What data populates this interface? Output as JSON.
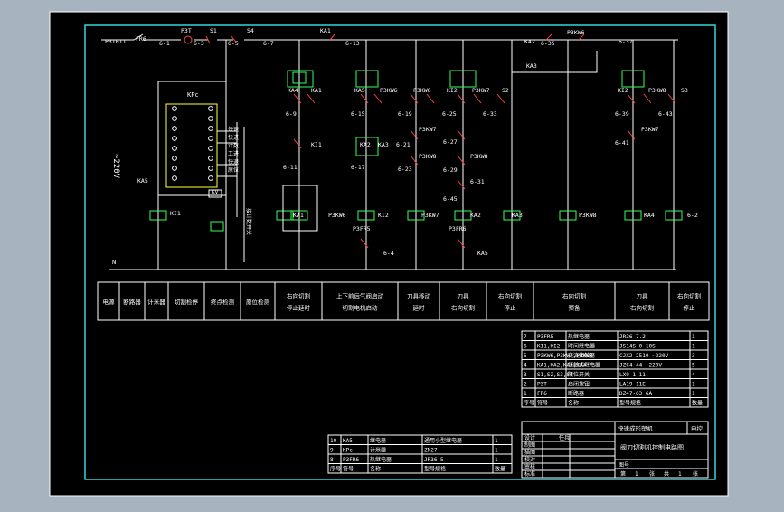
{
  "colors": {
    "wire": "#ffffff",
    "coil": "#36ff5a",
    "contact": "#ff4040",
    "border": "#37e6e6",
    "panel": "#ffff3a",
    "background": "#000000"
  },
  "circuit": {
    "voltage": "~220V",
    "neutral": "N",
    "wire_labels": [
      {
        "t": "P3T011",
        "k": "top"
      },
      {
        "t": "FR6",
        "k": "top"
      },
      {
        "t": "6-1",
        "k": "top"
      },
      {
        "t": "P3T",
        "k": "top"
      },
      {
        "t": "6-3",
        "k": "top"
      },
      {
        "t": "S1",
        "k": "top"
      },
      {
        "t": "6-5",
        "k": "top"
      },
      {
        "t": "S4",
        "k": "top"
      },
      {
        "t": "6-7",
        "k": "top"
      },
      {
        "t": "KA1",
        "k": "top"
      },
      {
        "t": "6-13",
        "k": "top"
      },
      {
        "t": "KA2",
        "k": "top"
      },
      {
        "t": "6-35",
        "k": "top"
      },
      {
        "t": "P3KW6",
        "k": "top"
      },
      {
        "t": "6-37",
        "k": "top"
      },
      {
        "t": "KA3",
        "k": "top"
      },
      {
        "t": "KA4",
        "k": "ct"
      },
      {
        "t": "KA1",
        "k": "ct"
      },
      {
        "t": "KA5",
        "k": "ct"
      },
      {
        "t": "P3KW6",
        "k": "ct"
      },
      {
        "t": "P3KW6",
        "k": "ct"
      },
      {
        "t": "KI2",
        "k": "ct"
      },
      {
        "t": "P3KW7",
        "k": "ct"
      },
      {
        "t": "S2",
        "k": "ct"
      },
      {
        "t": "KI2",
        "k": "ct"
      },
      {
        "t": "P3KW8",
        "k": "ct"
      },
      {
        "t": "S3",
        "k": "ct"
      },
      {
        "t": "6-9",
        "k": "n"
      },
      {
        "t": "6-15",
        "k": "n"
      },
      {
        "t": "6-19",
        "k": "n"
      },
      {
        "t": "6-25",
        "k": "n"
      },
      {
        "t": "6-33",
        "k": "n"
      },
      {
        "t": "6-39",
        "k": "n"
      },
      {
        "t": "6-43",
        "k": "n"
      },
      {
        "t": "KI1",
        "k": "ct"
      },
      {
        "t": "KA2",
        "k": "ct"
      },
      {
        "t": "KA3",
        "k": "ct"
      },
      {
        "t": "P3KW7",
        "k": "ct"
      },
      {
        "t": "6-21",
        "k": "n"
      },
      {
        "t": "6-27",
        "k": "n"
      },
      {
        "t": "P3KW7",
        "k": "ct"
      },
      {
        "t": "6-41",
        "k": "n"
      },
      {
        "t": "6-11",
        "k": "n"
      },
      {
        "t": "6-17",
        "k": "n"
      },
      {
        "t": "P3KW8",
        "k": "ct"
      },
      {
        "t": "6-23",
        "k": "n"
      },
      {
        "t": "6-29",
        "k": "n"
      },
      {
        "t": "P3KW8",
        "k": "ct"
      },
      {
        "t": "6-31",
        "k": "n"
      },
      {
        "t": "6-45",
        "k": "n"
      },
      {
        "t": "KA5",
        "k": "coil"
      },
      {
        "t": "KI1",
        "k": "coil"
      },
      {
        "t": "KA1",
        "k": "coil"
      },
      {
        "t": "P3KW6",
        "k": "coil"
      },
      {
        "t": "KI2",
        "k": "coil"
      },
      {
        "t": "P3KW7",
        "k": "coil"
      },
      {
        "t": "KA2",
        "k": "coil"
      },
      {
        "t": "KA3",
        "k": "coil"
      },
      {
        "t": "P3KW8",
        "k": "coil"
      },
      {
        "t": "KA4",
        "k": "coil"
      },
      {
        "t": "6-2",
        "k": "n"
      },
      {
        "t": "P3FR5",
        "k": "ct"
      },
      {
        "t": "6-4",
        "k": "n"
      },
      {
        "t": "P3FR6",
        "k": "ct"
      },
      {
        "t": "KA5",
        "k": "coil"
      }
    ],
    "kpc": {
      "title": "KPc",
      "bottom": "KV"
    },
    "side_labels": [
      "快速",
      "快进",
      "计数",
      "工进",
      "快退",
      "原位"
    ],
    "vertical_text": "接计数开关"
  },
  "function_row": [
    "电源",
    "断路器",
    "计米器",
    "切割检停",
    "终点检测",
    "原位检测",
    "右向切割\n停止延时",
    "上下前后气阀启动\n切割电机启动",
    "刀具移动\n延时",
    "刀具\n右向切割",
    "右向切割\n停止",
    "右向切割\n预备",
    "刀具\n右向切割",
    "右向切割\n停止"
  ],
  "parts_upper": {
    "rows": [
      [
        "7",
        "P3FR5",
        "热继电器",
        "JR36-7.2",
        "1"
      ],
      [
        "6",
        "KI1,KI2",
        "时间继电器",
        "JS14S    0~10S",
        "1"
      ],
      [
        "5",
        "P3KW6,P3KW7,P3KW8",
        "交流接触器",
        "CJX2-2510  ~220V",
        "3"
      ],
      [
        "4",
        "KA1,KA2,KA3,KA4",
        "接触式继电器",
        "JZC4-44  ~220V",
        "5"
      ],
      [
        "3",
        "S1,S2,S3,S4",
        "限位开关",
        "LX9 1-11",
        "4"
      ],
      [
        "2",
        "P3T",
        "启闭按钮",
        "LA19-11E",
        "1"
      ],
      [
        "1",
        "FR6",
        "断路器",
        "DZ47-63  6A",
        "1"
      ]
    ],
    "header": [
      "序号",
      "符号",
      "名称",
      "型号规格",
      "数量"
    ]
  },
  "parts_lower": {
    "rows": [
      [
        "10",
        "KA5",
        "继电器",
        "通用小型继电器",
        "1"
      ],
      [
        "9",
        "KPc",
        "计米器",
        "ZN27",
        "1"
      ],
      [
        "8",
        "P3FR6",
        "热继电器",
        "JR36-5",
        "1"
      ]
    ],
    "header": [
      "序号",
      "符号",
      "名称",
      "型号规格",
      "数量"
    ]
  },
  "title_block": {
    "project": "快速成形塑机",
    "right": "电控",
    "drawing_title": "阀刀切割机控制电路图",
    "roles": [
      "设计",
      "制图",
      "描图",
      "校对",
      "审核",
      "标准"
    ],
    "designer": "任兵",
    "sheet_label": "图号",
    "sheet_info": [
      "第",
      "1",
      "张",
      "共",
      "1",
      "张"
    ]
  }
}
